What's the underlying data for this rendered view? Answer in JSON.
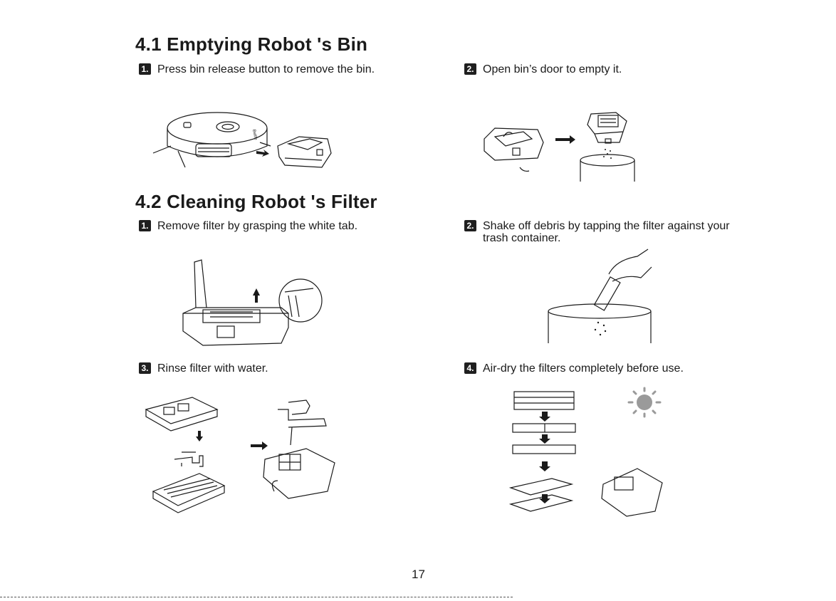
{
  "sections": [
    {
      "title": "4.1 Emptying Robot 's Bin",
      "steps": [
        {
          "num": "1.",
          "text": "Press bin release button to remove the bin."
        },
        {
          "num": "2.",
          "text": "Open bin’s door to empty it."
        }
      ]
    },
    {
      "title": "4.2 Cleaning Robot 's Filter",
      "steps": [
        {
          "num": "1.",
          "text": "Remove filter by grasping the white tab."
        },
        {
          "num": "2.",
          "text_line1": "Shake off debris by tapping the filter against your",
          "text_line2": "trash container."
        },
        {
          "num": "3.",
          "text": "Rinse filter with water."
        },
        {
          "num": "4.",
          "text": "Air-dry the filters completely before use."
        }
      ]
    }
  ],
  "illustration_labels": {
    "robot_brand": "Belife"
  },
  "page_number": "17",
  "icons": [
    "robot-vacuum-icon",
    "dust-bin-icon",
    "trash-can-icon",
    "filter-icon",
    "faucet-icon",
    "sun-icon",
    "arrow-right-icon",
    "arrow-down-icon",
    "arrow-up-icon"
  ],
  "colors": {
    "ink": "#1a1a1a",
    "badge": "#1f1f1f",
    "sun": "#9a9a9a"
  }
}
